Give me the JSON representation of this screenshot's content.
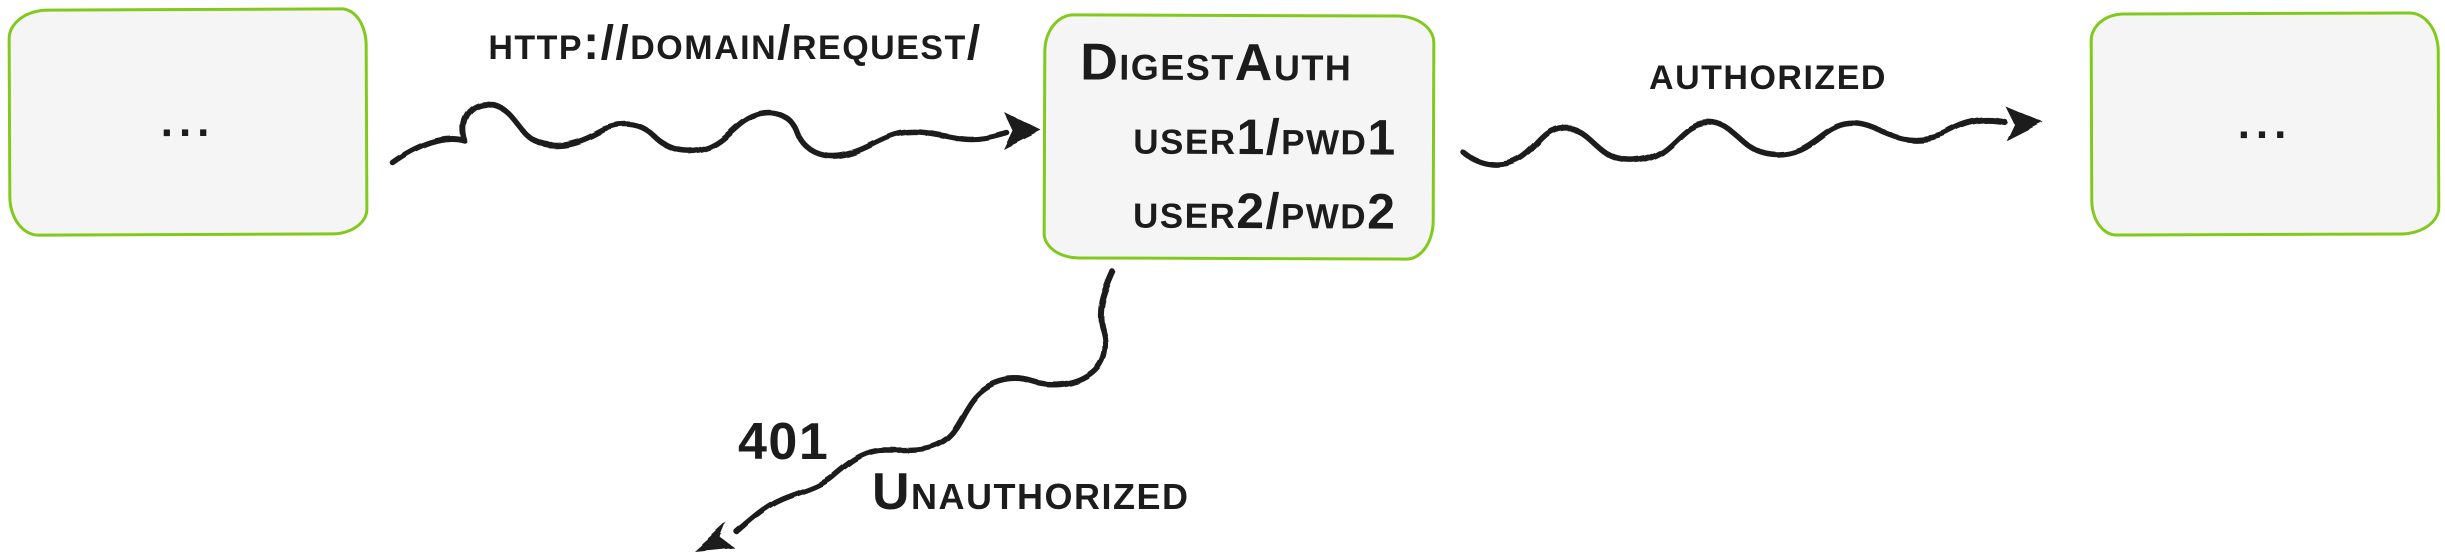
{
  "diagram": {
    "left_node": {
      "label": "..."
    },
    "auth_node": {
      "title": "DigestAuth",
      "users": [
        "user1/pwd1",
        "user2/pwd2"
      ]
    },
    "right_node": {
      "label": "..."
    },
    "request_edge": {
      "label": "http://domain/request/"
    },
    "authorized_edge": {
      "label": "authorized"
    },
    "unauthorized_edge": {
      "code": "401",
      "label": "Unauthorized"
    },
    "colors": {
      "node_stroke": "#82c91e",
      "node_fill": "#f5f5f5",
      "ink": "#1c1c1c"
    }
  }
}
